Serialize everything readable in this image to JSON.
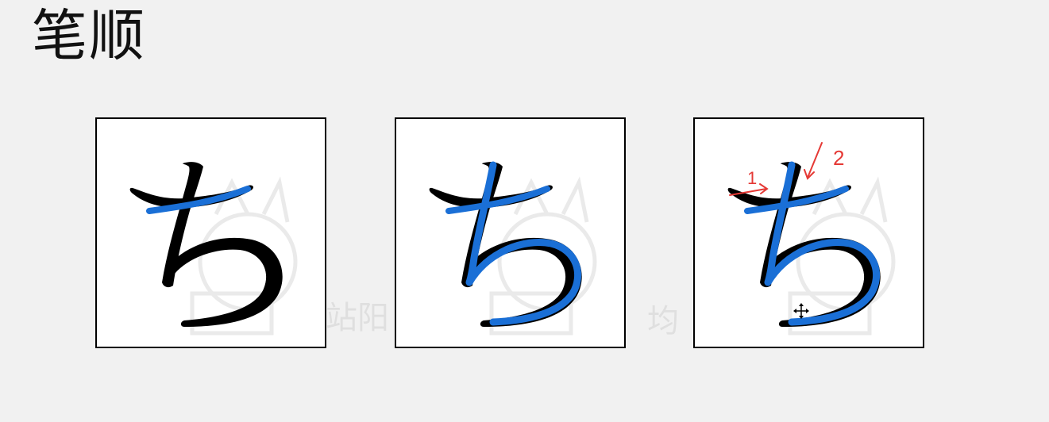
{
  "page": {
    "title": "笔顺"
  },
  "colors": {
    "background": "#f1f1f1",
    "panel_background": "#ffffff",
    "panel_border": "#000000",
    "glyph": "#000000",
    "stroke_highlight": "#1a6fd6",
    "annotation": "#e53935"
  },
  "panels": [
    {
      "step": 1,
      "highlighted_strokes": 1
    },
    {
      "step": 2,
      "highlighted_strokes": 2
    },
    {
      "step": 3,
      "highlighted_strokes": 2,
      "annotations": [
        "1",
        "2"
      ]
    }
  ],
  "annotations": {
    "label_1": "1",
    "label_2": "2"
  },
  "watermark": {
    "text_left": "站阳",
    "text_right": "均"
  }
}
